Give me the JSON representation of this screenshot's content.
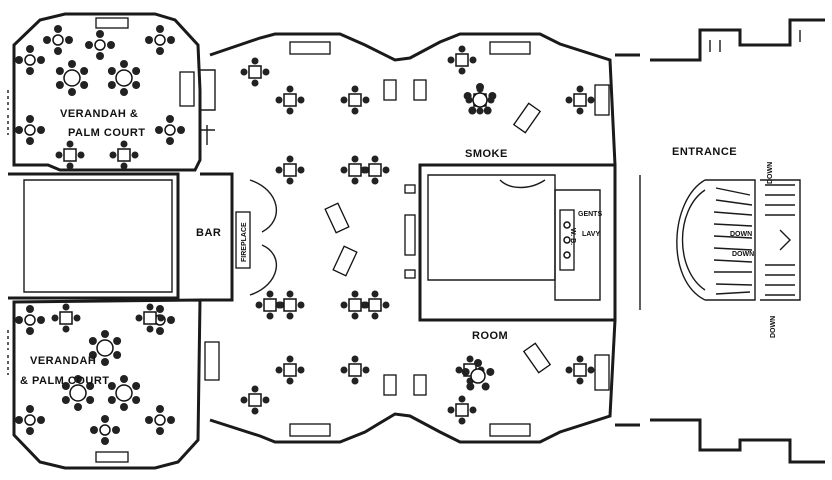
{
  "labels": {
    "verandah_top": "VERANDAH &",
    "palm_court_top": "PALM COURT",
    "verandah_bottom": "VERANDAH",
    "palm_court_bottom": "& PALM COURT",
    "bar": "BAR",
    "fireplace": "FIREPLACE",
    "smoke": "SMOKE",
    "room": "ROOM",
    "entrance": "ENTRANCE",
    "gents": "GENTS",
    "lavy": "LAVY",
    "wb": "W. B.",
    "down": "DOWN"
  }
}
